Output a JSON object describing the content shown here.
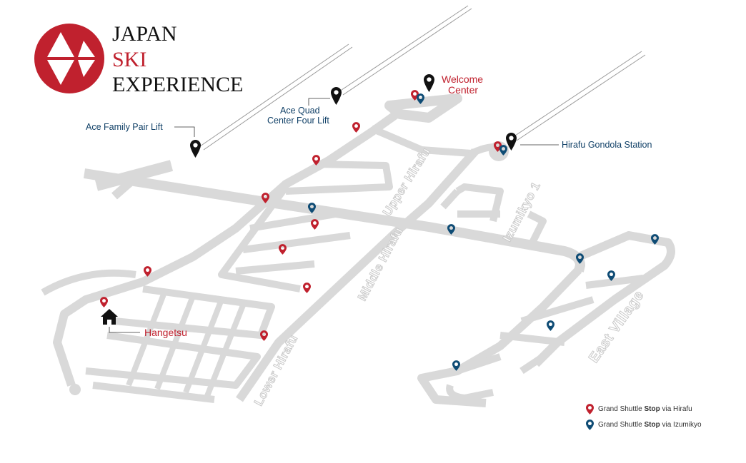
{
  "logo": {
    "line1": "JAPAN",
    "line2": "SKI",
    "line3": "EXPERIENCE"
  },
  "labels": {
    "ace_family": "Ace Family Pair Lift",
    "ace_quad_1": "Ace Quad",
    "ace_quad_2": "Center Four Lift",
    "welcome_1": "Welcome",
    "welcome_2": "Center",
    "gondola": "Hirafu Gondola Station",
    "hangetsu": "Hangetsu"
  },
  "streets": {
    "upper": "Upper Hirafu",
    "middle": "Middle Hirafu",
    "lower": "Lower Hirafu",
    "izumikyo": "Izumikyo 1",
    "east": "East Village"
  },
  "legend": [
    {
      "prefix": "Grand Shuttle",
      "bold": "Stop",
      "suffix": "via Hirafu",
      "color": "#c0212e"
    },
    {
      "prefix": "Grand Shuttle",
      "bold": "Stop",
      "suffix": "via Izumikyo",
      "color": "#0f4c75"
    }
  ],
  "colors": {
    "red": "#c0212e",
    "blue": "#0f4c75",
    "road": "#d9d9d9"
  }
}
